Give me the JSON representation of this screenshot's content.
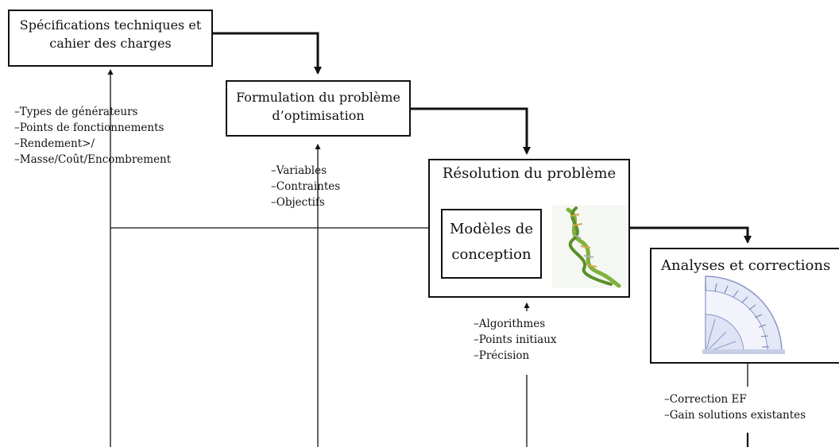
{
  "boxes": {
    "specifications": {
      "title_line1": "Spécifications techniques et",
      "title_line2": "cahier des charges"
    },
    "formulation": {
      "title_line1": "Formulation du problème",
      "title_line2": "d’optimisation"
    },
    "resolution": {
      "title": "Résolution du problème",
      "inner_line1": "Modèles de",
      "inner_line2": "conception"
    },
    "analyses": {
      "title": "Analyses et corrections"
    }
  },
  "lists": {
    "specifications_inputs": [
      "–Types de générateurs",
      "–Points de fonctionnements",
      "–Rendement>/",
      "–Masse/Coût/Encombrement"
    ],
    "formulation_inputs": [
      "–Variables",
      "–Contraintes",
      "–Objectifs"
    ],
    "resolution_inputs": [
      "–Algorithmes",
      "–Points initiaux",
      "–Précision"
    ],
    "analyses_inputs": [
      "–Correction EF",
      "–Gain solutions existantes"
    ]
  },
  "illustrations": {
    "resolution": "dna-helix-icon",
    "analyses": "machine-cross-section-icon"
  },
  "colors": {
    "stroke": "#111111",
    "loop_dashed": "#8cc63f",
    "helix_green": "#7fb23a",
    "helix_orange": "#d9a24a",
    "machine_fill": "#dfe3f5",
    "machine_stroke": "#8e98c8"
  }
}
